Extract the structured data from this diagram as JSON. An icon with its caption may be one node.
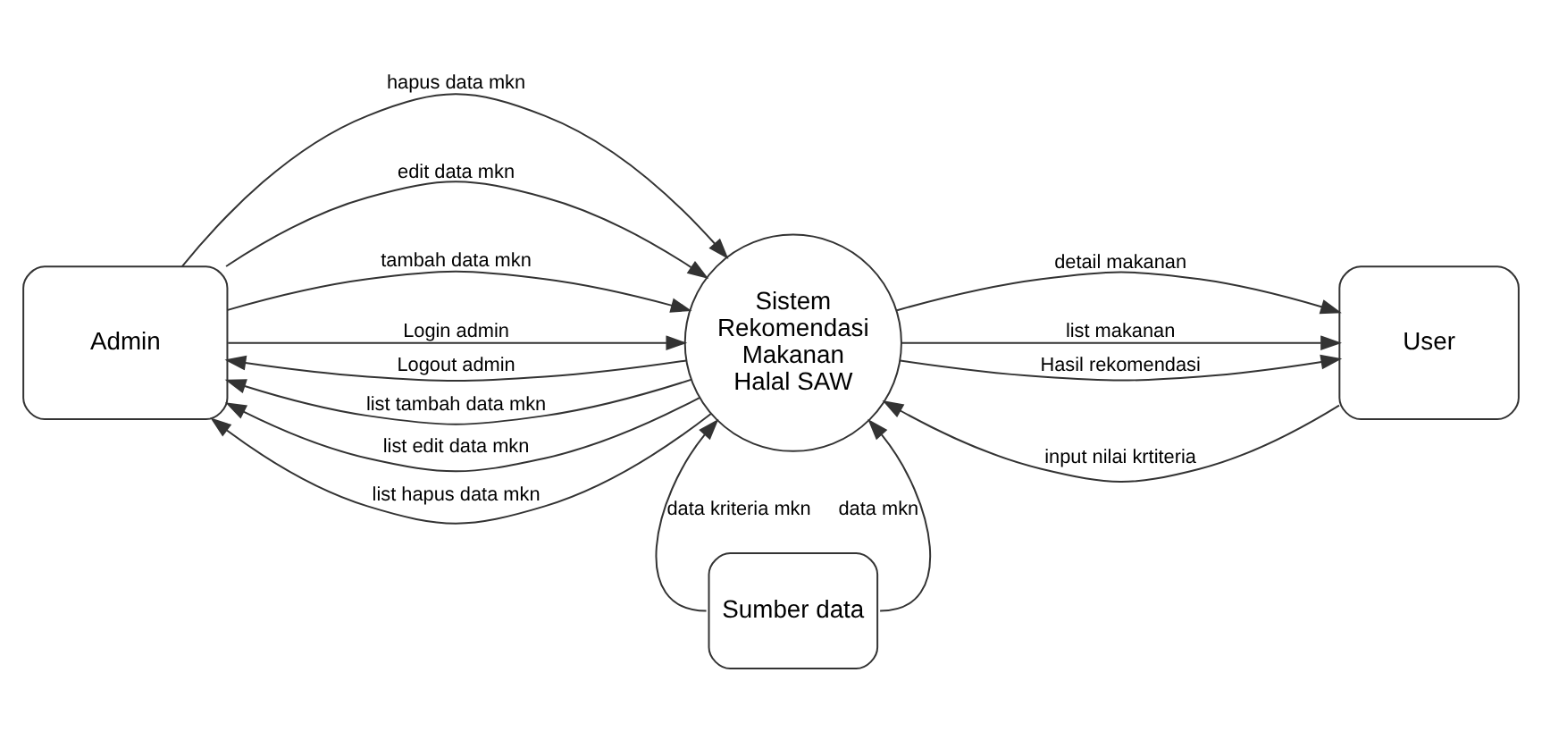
{
  "diagram": {
    "nodes": [
      {
        "text": [
          "Admin"
        ]
      },
      {
        "text": [
          "Sistem Rekomendasi Makanan Halal SAW"
        ]
      },
      {
        "text": [
          "User"
        ]
      },
      {
        "text": [
          "Sumber data"
        ]
      }
    ],
    "edges": [
      {
        "from": 0,
        "to": 1,
        "arrow": "to",
        "label": "hapus data mkn"
      },
      {
        "from": 0,
        "to": 1,
        "arrow": "to",
        "label": "edit data mkn"
      },
      {
        "from": 0,
        "to": 1,
        "arrow": "to",
        "label": "tambah data mkn"
      },
      {
        "from": 0,
        "to": 1,
        "arrow": "to",
        "label": "Login admin"
      },
      {
        "from": 1,
        "to": 0,
        "arrow": "to",
        "label": "Logout admin"
      },
      {
        "from": 1,
        "to": 0,
        "arrow": "to",
        "label": "list tambah data mkn"
      },
      {
        "from": 1,
        "to": 0,
        "arrow": "to",
        "label": "list edit data mkn"
      },
      {
        "from": 1,
        "to": 0,
        "arrow": "to",
        "label": "list hapus data mkn"
      },
      {
        "from": 1,
        "to": 2,
        "arrow": "to",
        "label": "detail makanan"
      },
      {
        "from": 1,
        "to": 2,
        "arrow": "to",
        "label": "list makanan"
      },
      {
        "from": 2,
        "to": 1,
        "arrow": "to",
        "label": "input nilai krtiteria"
      },
      {
        "from": 1,
        "to": 2,
        "arrow": "to",
        "label": "Hasil rekomendasi"
      },
      {
        "from": 3,
        "to": 1,
        "arrow": "to",
        "label": "data kriteria mkn"
      },
      {
        "from": 3,
        "to": 1,
        "arrow": "to",
        "label": "data mkn"
      }
    ]
  }
}
